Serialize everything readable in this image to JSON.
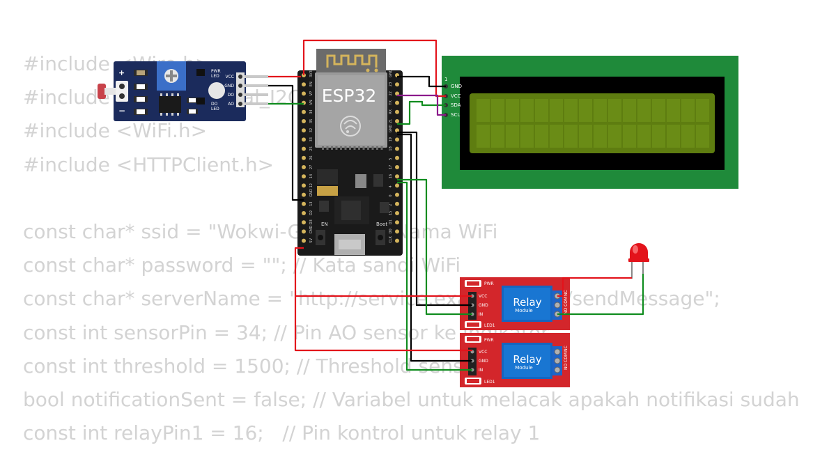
{
  "code_lines": [
    "#include <Wire.h>",
    "#include <LiquidCrystal_I2C.h>",
    "#include <WiFi.h>",
    "#include <HTTPClient.h>",
    "",
    "const char* ssid = \"Wokwi-GUEST\"; // Nama WiFi",
    "const char* password = \"\"; // Kata sandi WiFi",
    "const char* serverName = \"http://service.example.com/sendMessage\";",
    "const int sensorPin = 34; // Pin AO sensor ke indikator",
    "const int threshold = 1500; // Threshold sensor",
    "bool notificationSent = false; // Variabel untuk melacak apakah notifikasi sudah",
    "const int relayPin1 = 16;   // Pin kontrol untuk relay 1"
  ],
  "sensor": {
    "pin_labels": [
      "VCC",
      "GND",
      "DO",
      "AO"
    ],
    "pwr_led": [
      "PWR",
      "LED"
    ],
    "do_led": [
      "DO",
      "LED"
    ],
    "plus": "+",
    "minus": "−"
  },
  "esp32": {
    "label": "ESP32",
    "en_label": "EN",
    "boot_label": "Boot",
    "left_pins": [
      "3V3",
      "EN",
      "VP",
      "VN",
      "34",
      "35",
      "32",
      "33",
      "25",
      "26",
      "27",
      "14",
      "12",
      "GND",
      "13",
      "D2",
      "D3",
      "CMD",
      "5V"
    ],
    "right_pins": [
      "GND",
      "23",
      "22",
      "TX",
      "RX",
      "21",
      "GND",
      "19",
      "18",
      "5",
      "17",
      "16",
      "4",
      "0",
      "2",
      "15",
      "D1",
      "D0",
      "CLK"
    ]
  },
  "lcd": {
    "pin_number": "1",
    "pin_labels": [
      "GND",
      "VCC",
      "SDA",
      "SCL"
    ],
    "columns": 16,
    "rows": 2,
    "colors": {
      "frame": "#1f8a3a",
      "bezel": "#000000",
      "screen": "#5e7d10"
    }
  },
  "relays": [
    {
      "title": "Relay",
      "subtitle": "Module",
      "pwr_label": "PWR",
      "led_label": "LED1",
      "pin_labels": [
        "VCC",
        "GND",
        "IN"
      ],
      "contact_labels": [
        "NO",
        "COM",
        "NC"
      ]
    },
    {
      "title": "Relay",
      "subtitle": "Module",
      "pwr_label": "PWR",
      "led_label": "LED1",
      "pin_labels": [
        "VCC",
        "GND",
        "IN"
      ],
      "contact_labels": [
        "NO",
        "COM",
        "NC"
      ]
    }
  ],
  "led": {
    "color": "#e3131b"
  },
  "wire_colors": {
    "red": "#e3131b",
    "black": "#000000",
    "green": "#0f8c1e",
    "purple": "#8b1a8b"
  }
}
